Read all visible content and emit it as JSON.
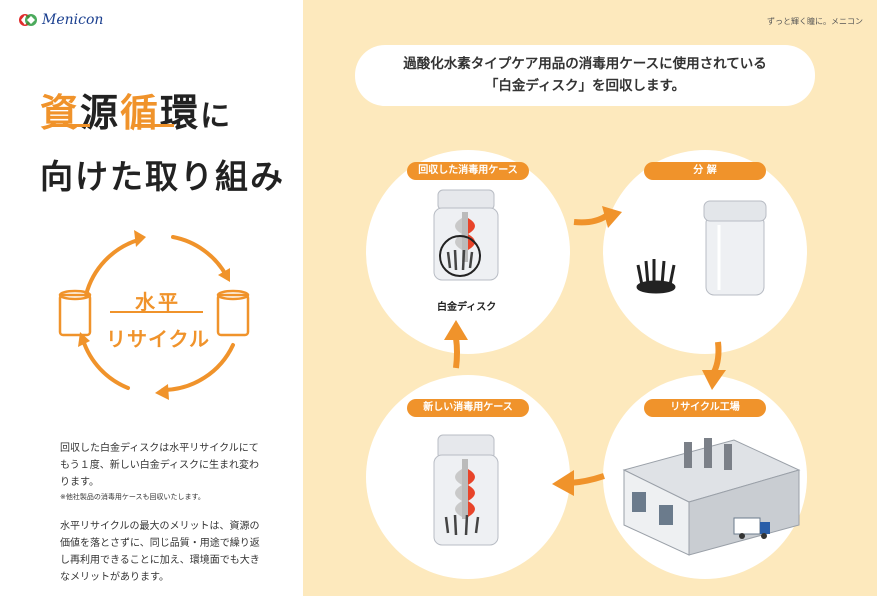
{
  "brand": {
    "logo_text": "Menicon",
    "tagline": "ずっと輝く瞳に。メニコン"
  },
  "headline": {
    "line1_a": "資",
    "line1_b": "源",
    "line1_c": "循",
    "line1_d": "環",
    "line1_e": "に",
    "line2": "向けた取り組み"
  },
  "cycle_label": {
    "line1": "水平",
    "line2": "リサイクル"
  },
  "description": {
    "para1": "回収した白金ディスクは水平リサイクルにてもう１度、新しい白金ディスクに生まれ変わります。",
    "note": "※他社製品の消毒用ケースも回収いたします。",
    "para2": "水平リサイクルの最大のメリットは、資源の価値を落とさずに、同じ品質・用途で繰り返し再利用できることに加え、環境面でも大きなメリットがあります。"
  },
  "bubble": {
    "line1": "過酸化水素タイプケア用品の消毒用ケースに使用されている",
    "line2": "「白金ディスク」を回収します。"
  },
  "steps": [
    {
      "label": "回収した消毒用ケース",
      "caption": "白金ディスク"
    },
    {
      "label": "分 解"
    },
    {
      "label": "リサイクル工場"
    },
    {
      "label": "新しい消毒用ケース"
    }
  ],
  "colors": {
    "accent": "#f0932b",
    "background_right": "#fde9bd",
    "text": "#222222"
  }
}
